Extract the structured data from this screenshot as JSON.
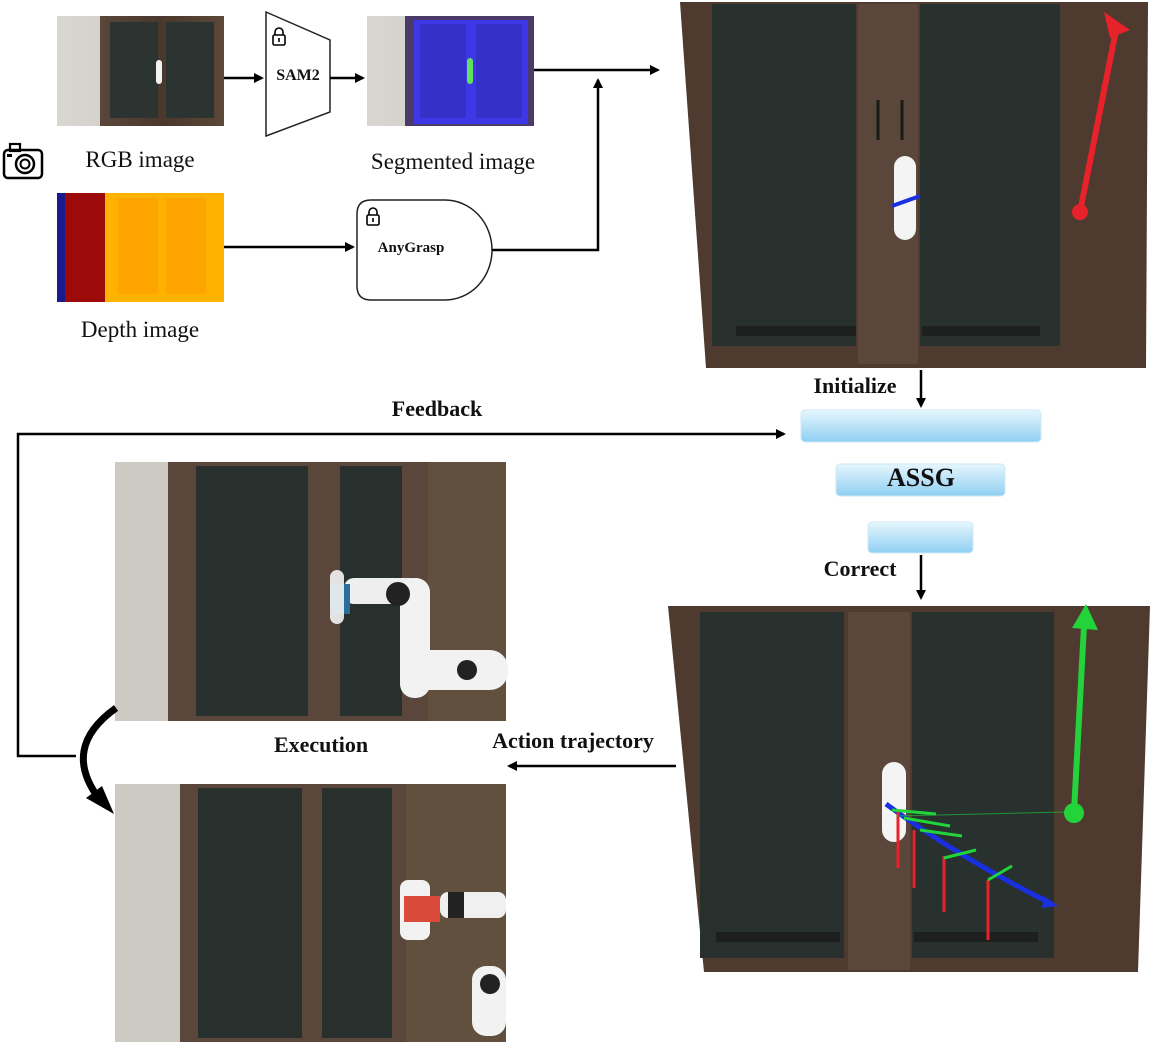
{
  "inputs": {
    "rgb_label": "RGB image",
    "depth_label": "Depth image",
    "segmented_label": "Segmented image"
  },
  "models": {
    "sam_label": "SAM2",
    "anygrasp_label": "AnyGrasp"
  },
  "flow": {
    "initialize_label": "Initialize",
    "correct_label": "Correct",
    "feedback_label": "Feedback",
    "action_label": "Action trajectory",
    "execution_label": "Execution"
  },
  "assg": {
    "label": "ASSG"
  },
  "icons": {
    "camera": "camera-icon",
    "lock": "lock-icon"
  },
  "colors": {
    "red_axis": "#e8222a",
    "green_axis": "#22d33a",
    "blue_axis": "#1a2fe0",
    "assg_gradient_top": "#d9f0fb",
    "assg_gradient_bottom": "#8fd0f2",
    "wood": "#4e3a2e",
    "glass": "#28302e",
    "depth_red": "#9c0a0a",
    "depth_yellow": "#ffb000",
    "seg_blue": "#3e37e8"
  }
}
